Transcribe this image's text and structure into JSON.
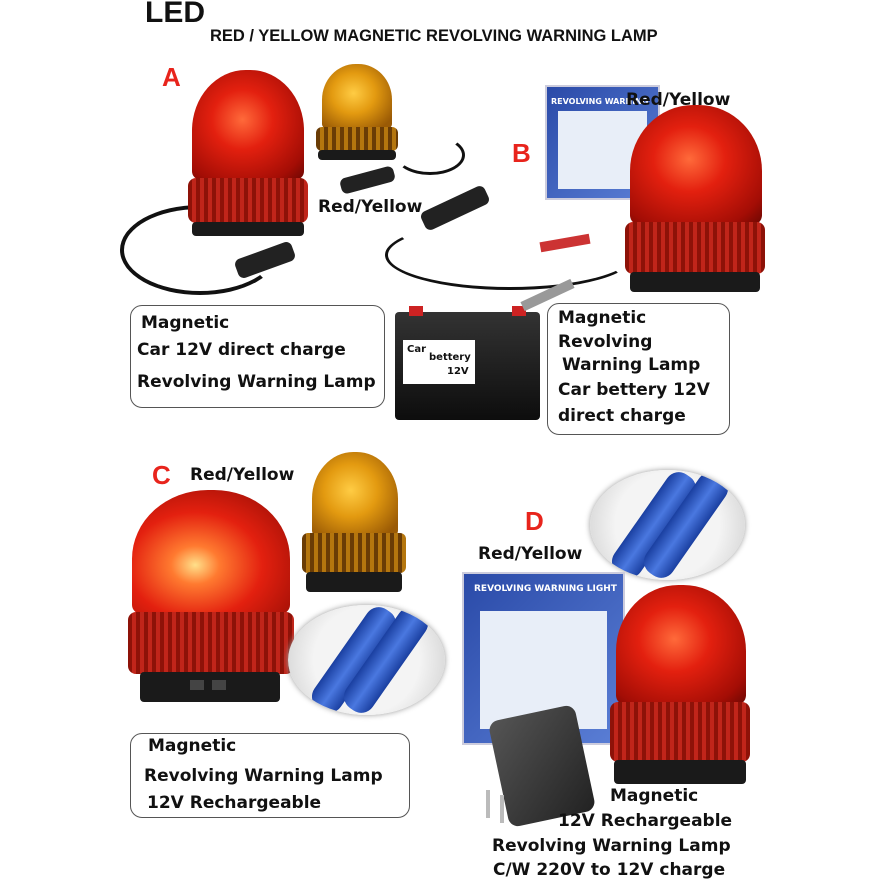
{
  "header": {
    "brand": "LED",
    "title": "RED / YELLOW MAGNETIC REVOLVING WARNING LAMP"
  },
  "colors": {
    "letter": "#e8241c",
    "red_lamp": "#e3200f",
    "yellow_lamp": "#e39a10",
    "package": "#2a4aa8"
  },
  "sections": {
    "a": {
      "letter": "A",
      "color_label": "Red/Yellow",
      "desc": [
        "Magnetic",
        "Car 12V direct charge",
        "Revolving Warning Lamp"
      ],
      "battery_label": "Car",
      "battery_label2": "bettery",
      "battery_label3": "12V"
    },
    "b": {
      "letter": "B",
      "color_label": "Red/Yellow",
      "package_label": "REVOLVING WARNING",
      "desc": [
        "Magnetic",
        "Revolving",
        "Warning Lamp",
        "Car bettery 12V",
        "direct charge"
      ]
    },
    "c": {
      "letter": "C",
      "color_label": "Red/Yellow",
      "desc": [
        "Magnetic",
        "Revolving Warning Lamp",
        "12V Rechargeable"
      ]
    },
    "d": {
      "letter": "D",
      "color_label": "Red/Yellow",
      "package_label": "REVOLVING WARNING LIGHT",
      "desc": [
        "Magnetic",
        "12V Rechargeable",
        "Revolving Warning Lamp",
        "C/W 220V to 12V  charge"
      ]
    }
  }
}
